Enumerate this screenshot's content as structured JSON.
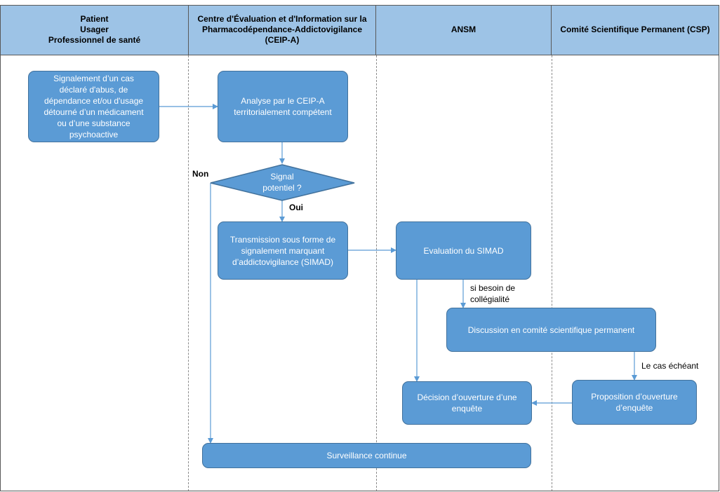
{
  "lanes": [
    {
      "title": "Patient\nUsager\nProfessionnel de santé"
    },
    {
      "title": "Centre d'Évaluation et d'Information sur la\nPharmacodépendance-Addictovigilance\n(CEIP-A)"
    },
    {
      "title": "ANSM"
    },
    {
      "title": "Comité Scientifique Permanent (CSP)"
    }
  ],
  "nodes": {
    "signalement": "Signalement d’un cas\ndéclaré d'abus, de\ndépendance et/ou d'usage\ndétourné d’un médicament\nou d’une substance\npsychoactive",
    "analyse": "Analyse par le CEIP-A\nterritorialement compétent",
    "signal_potentiel": "Signal\npotentiel ?",
    "transmission": "Transmission sous forme de\nsignalement marquant\nd’addictovigilance (SIMAD)",
    "evaluation": "Evaluation du SIMAD",
    "discussion": "Discussion en comité scientifique permanent",
    "decision": "Décision d’ouverture d’une\nenquête",
    "proposition": "Proposition d’ouverture\nd’enquête",
    "surveillance": "Surveillance continue"
  },
  "edge_labels": {
    "non": "Non",
    "oui": "Oui",
    "si_besoin": "si besoin de\ncollégialité",
    "le_cas": "Le cas échéant"
  },
  "colors": {
    "header_fill": "#9dc3e6",
    "box_fill": "#5b9bd5",
    "box_border": "#41719c",
    "arrow": "#5b9bd5"
  }
}
